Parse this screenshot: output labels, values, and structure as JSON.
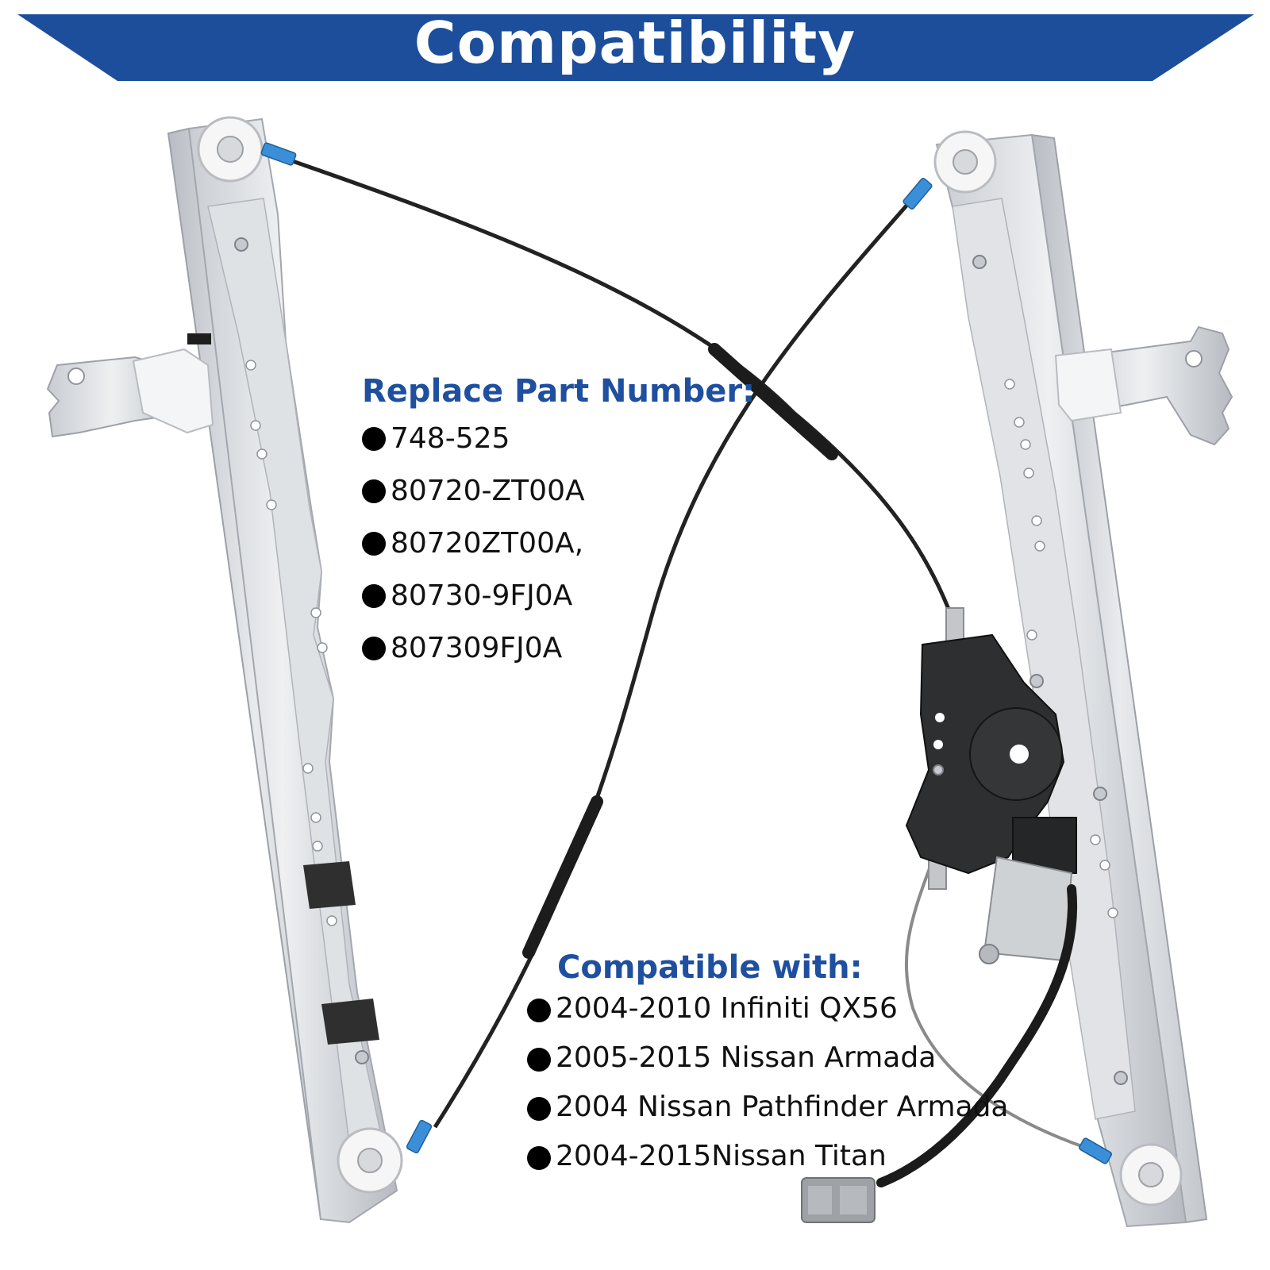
{
  "banner": {
    "title": "Compatibility",
    "color": "#1c4e9c"
  },
  "replace": {
    "heading": "Replace Part Number:",
    "items": [
      "748-525",
      "80720-ZT00A",
      "80720ZT00A,",
      "80730-9FJ0A",
      "807309FJ0A"
    ]
  },
  "compat": {
    "heading": "Compatible with:",
    "items": [
      "2004-2010 Infiniti QX56",
      "2005-2015 Nissan Armada",
      "2004 Nissan Pathfinder Armada",
      "2004-2015Nissan Titan"
    ]
  },
  "product": {
    "name": "power window regulator with motor",
    "accent": "#3b8fd8"
  }
}
